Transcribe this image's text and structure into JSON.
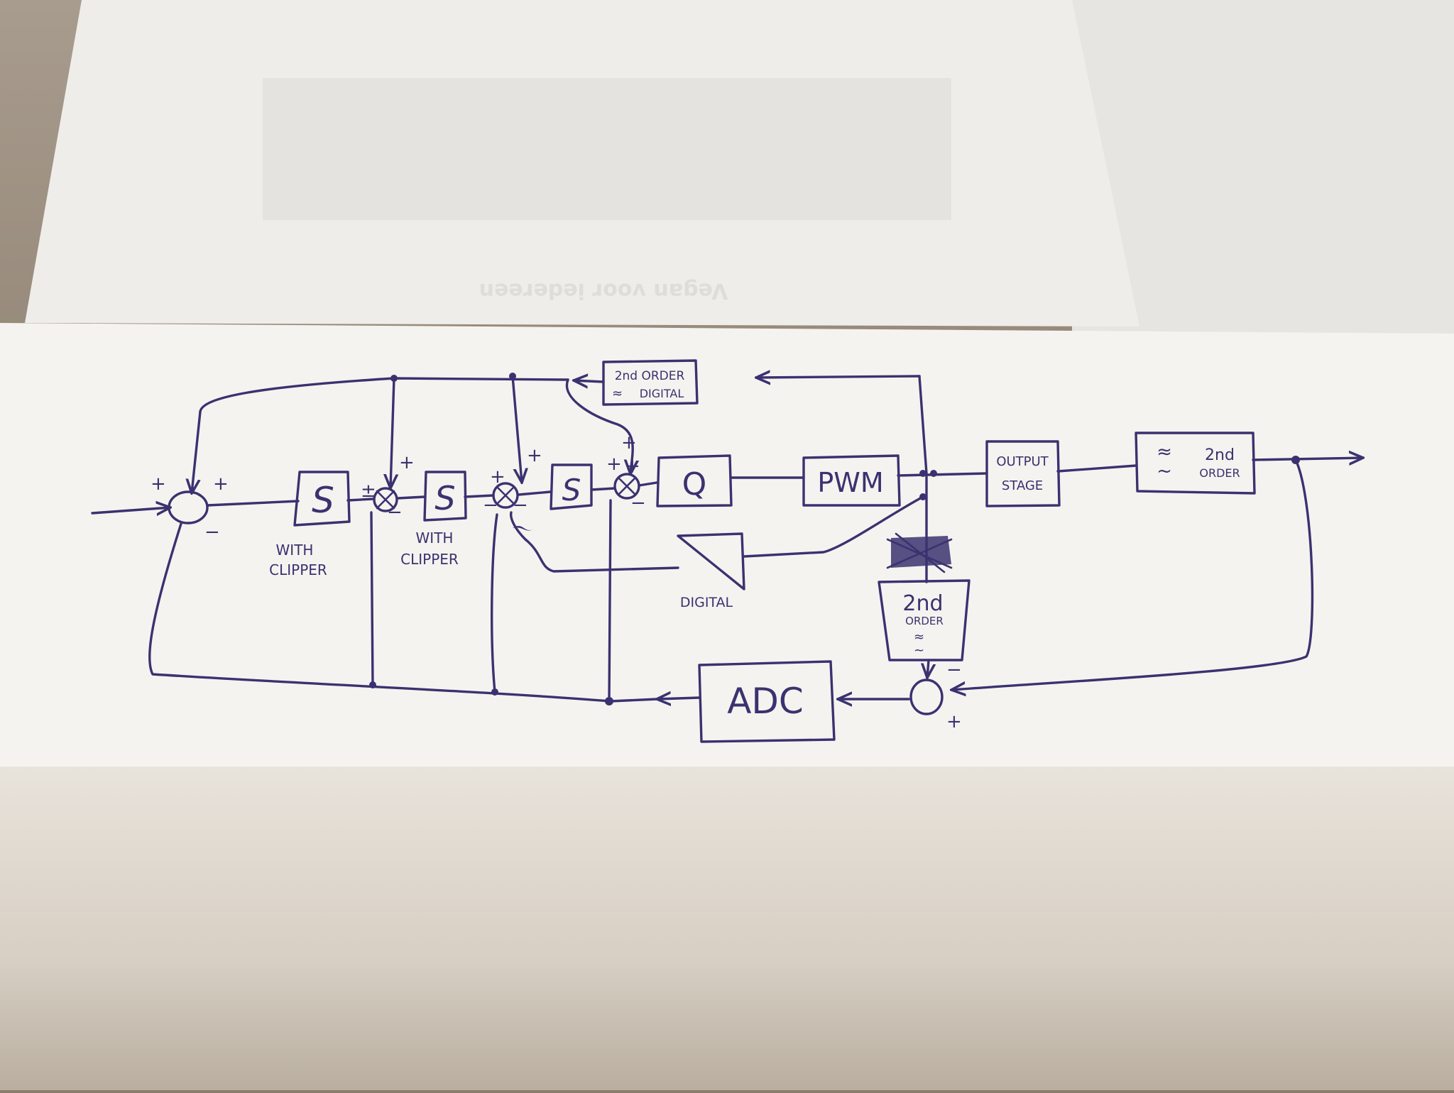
{
  "blocks": {
    "int1": "S",
    "int1_note_1": "WITH",
    "int1_note_2": "CLIPPER",
    "int2": "S",
    "int2_note_1": "WITH",
    "int2_note_2": "CLIPPER",
    "int3": "S",
    "quantizer": "Q",
    "pwm": "PWM",
    "output_1": "OUTPUT",
    "output_2": "STAGE",
    "lowpass_order_1": "2nd",
    "lowpass_order_2": "ORDER",
    "top_filter_1": "2nd ORDER",
    "top_filter_2": "DIGITAL",
    "fb_filter_1": "2nd",
    "fb_filter_2": "ORDER",
    "amp_note": "DIGITAL",
    "adc": "ADC"
  },
  "signs": {
    "plus": "+",
    "minus": "−",
    "plus_minus": "±"
  },
  "background_text": "Vegan voor iedereen",
  "colors": {
    "ink": "#3a3270",
    "paper": "#f4f2ee",
    "table": "#8a7d6e"
  }
}
